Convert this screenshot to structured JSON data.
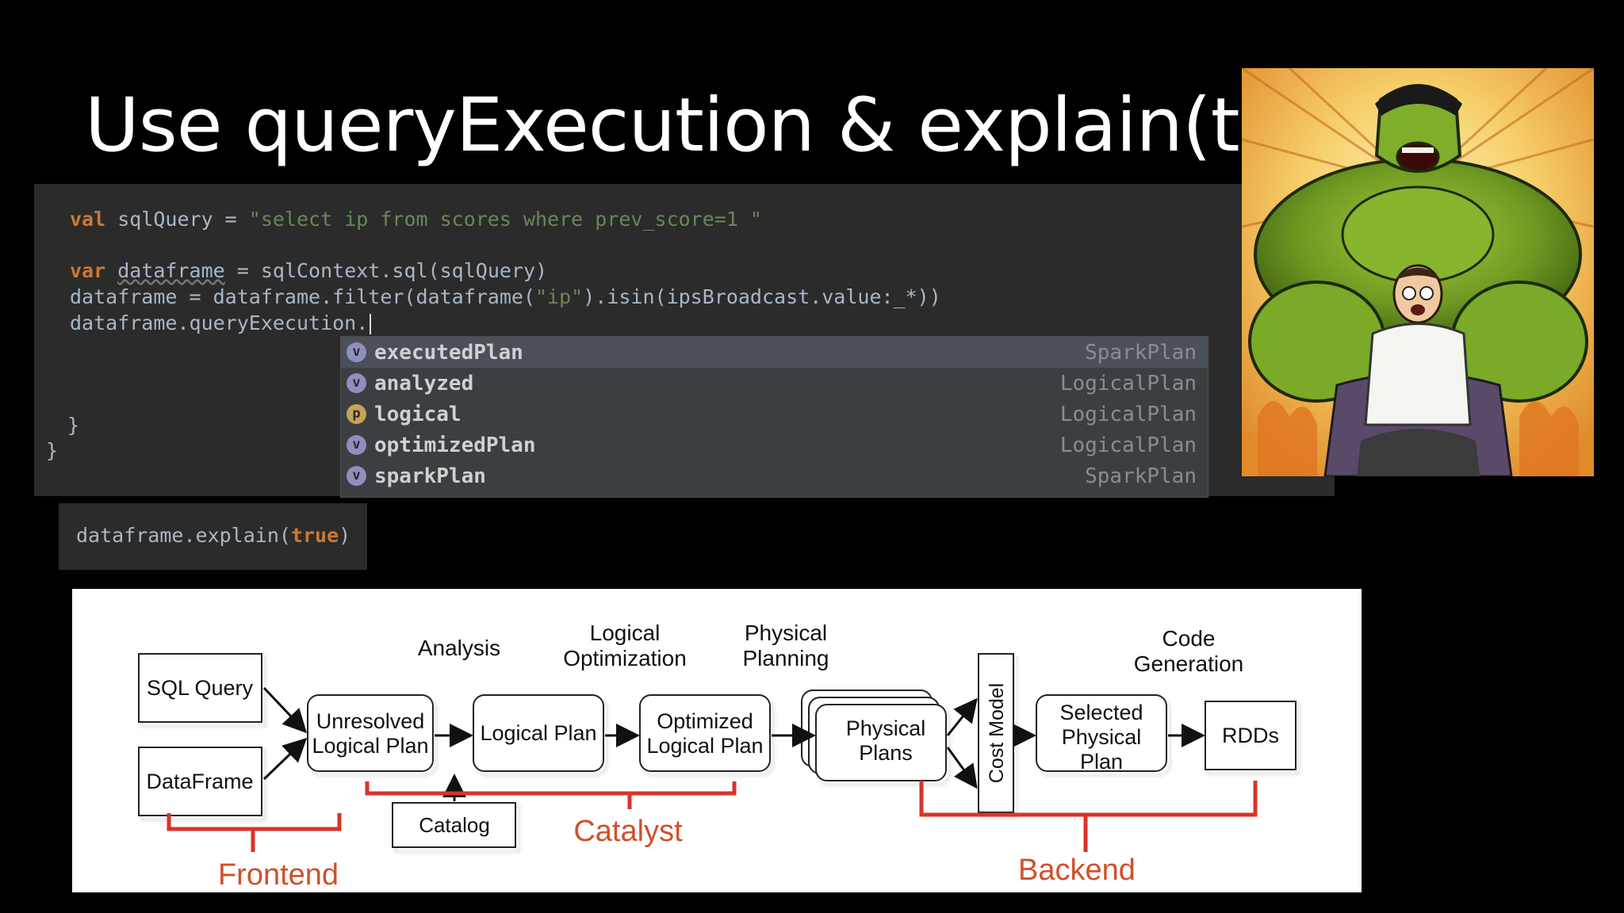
{
  "slide": {
    "title": "Use queryExecution & explain(true)"
  },
  "editor": {
    "line1": {
      "kw": "val",
      "name": " sqlQuery = ",
      "string": "\"select ip from scores where prev_score=1 \""
    },
    "line2": {
      "kw": "var",
      "name_ul": "dataframe",
      "rest": " = sqlContext.sql(sqlQuery)"
    },
    "line3": {
      "before": "dataframe = dataframe.filter(dataframe(",
      "string": "\"ip\"",
      "after": ").isin(ipsBroadcast.value:_*))"
    },
    "line4": {
      "text": "dataframe.queryExecution."
    },
    "brace_inner": "}",
    "brace_outer": "}"
  },
  "autocomplete": {
    "items": [
      {
        "badge": "v",
        "name": "executedPlan",
        "type": "SparkPlan"
      },
      {
        "badge": "v",
        "name": "analyzed",
        "type": "LogicalPlan"
      },
      {
        "badge": "p",
        "name": "logical",
        "type": "LogicalPlan"
      },
      {
        "badge": "v",
        "name": "optimizedPlan",
        "type": "LogicalPlan"
      },
      {
        "badge": "v",
        "name": "sparkPlan",
        "type": "SparkPlan"
      }
    ]
  },
  "explain": {
    "before": "dataframe.explain(",
    "kw": "true",
    "after": ")"
  },
  "diagram": {
    "stages": {
      "analysis": "Analysis",
      "logical_opt_1": "Logical",
      "logical_opt_2": "Optimization",
      "physical_1": "Physical",
      "physical_2": "Planning",
      "codegen_1": "Code",
      "codegen_2": "Generation"
    },
    "boxes": {
      "sql_query": "SQL Query",
      "dataframe": "DataFrame",
      "unresolved_1": "Unresolved",
      "unresolved_2": "Logical Plan",
      "logical_plan": "Logical Plan",
      "optimized_1": "Optimized",
      "optimized_2": "Logical Plan",
      "physical_1": "Physical",
      "physical_2": "Plans",
      "cost_model": "Cost Model",
      "selected_1": "Selected",
      "selected_2": "Physical",
      "selected_3": "Plan",
      "rdds": "RDDs",
      "catalog": "Catalog"
    },
    "groups": {
      "frontend": "Frontend",
      "catalyst": "Catalyst",
      "backend": "Backend"
    },
    "colors": {
      "bracket": "#d9332b",
      "group_text": "#d0502a"
    }
  }
}
